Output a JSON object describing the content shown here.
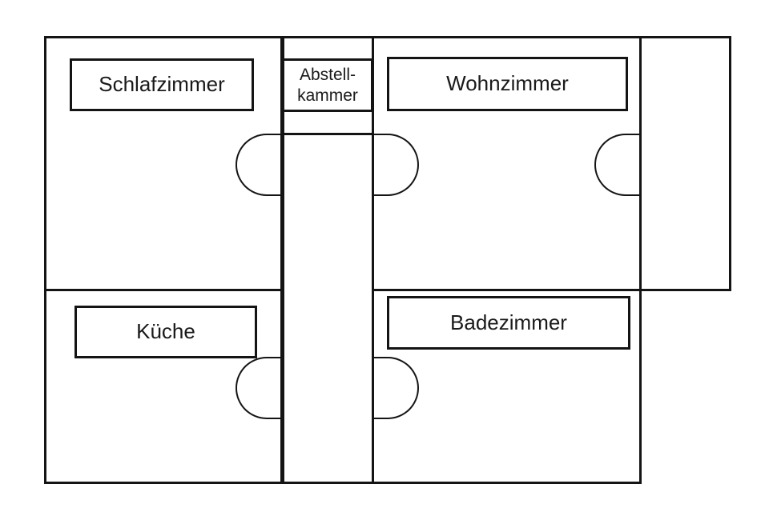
{
  "floorplan": {
    "background_color": "#ffffff",
    "line_color": "#141414",
    "text_color": "#1a1a1a",
    "rooms": {
      "schlafzimmer": {
        "label": "Schlafzimmer"
      },
      "abstellkammer": {
        "label_line1": "Abstell-",
        "label_line2": "kammer"
      },
      "wohnzimmer": {
        "label": "Wohnzimmer"
      },
      "kueche": {
        "label": "Küche"
      },
      "badezimmer": {
        "label": "Badezimmer"
      }
    },
    "door_count": 5
  }
}
